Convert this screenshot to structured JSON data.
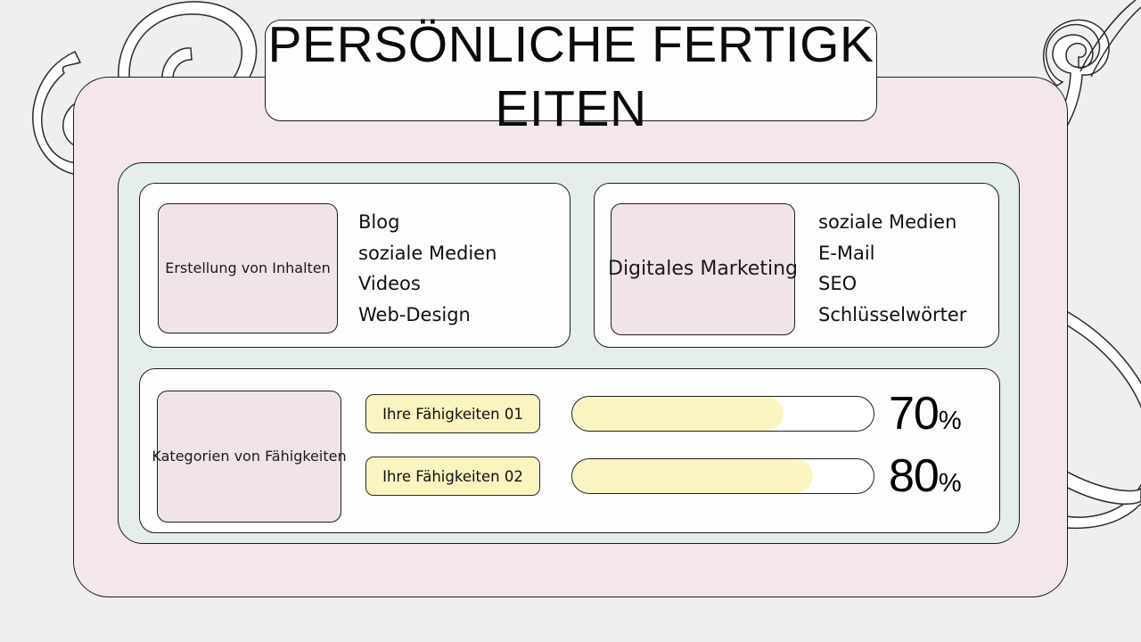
{
  "slide": {
    "title": "PERSÖNLICHE FERTIGKEITEN",
    "background_color": "#efefef",
    "frame_color": "#f3e7e9",
    "panel_color": "#e6eee9",
    "chip_color": "#f0e4e6",
    "accent_yellow": "#faf4c0",
    "border_color": "#1d1d1d"
  },
  "cards": [
    {
      "category": "Erstellung von Inhalten",
      "items": [
        "Blog",
        "soziale Medien",
        "Videos",
        "Web-Design"
      ]
    },
    {
      "category": "Digitales Marketing",
      "items": [
        "soziale Medien",
        "E-Mail",
        "SEO",
        "Schlüsselwörter"
      ]
    }
  ],
  "skills_panel": {
    "category": "Kategorien von Fähigkeiten",
    "rows": [
      {
        "label": "Ihre Fähigkeiten 01",
        "value": 70,
        "value_text": "70",
        "suffix": "%"
      },
      {
        "label": "Ihre Fähigkeiten 02",
        "value": 80,
        "value_text": "80",
        "suffix": "%"
      }
    ]
  },
  "decorations": [
    {
      "name": "doodle-loop-top-left"
    },
    {
      "name": "doodle-loop-top-right"
    },
    {
      "name": "doodle-loop-bottom-right"
    }
  ]
}
